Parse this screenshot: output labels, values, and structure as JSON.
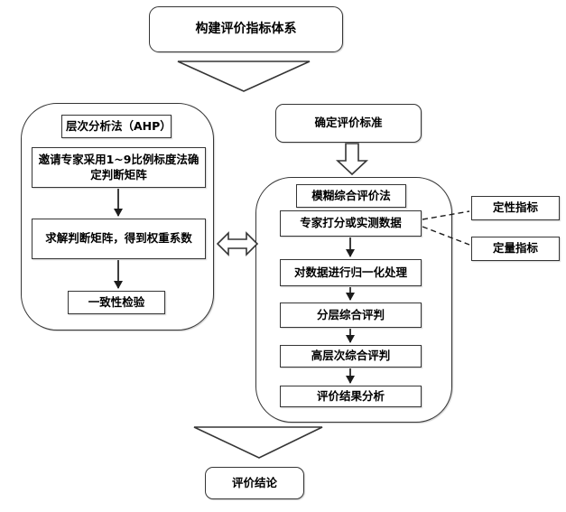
{
  "colors": {
    "background": "#ffffff",
    "line": "#353535",
    "text": "#000000"
  },
  "flowchart": {
    "top": {
      "label": "构建评价指标体系"
    },
    "ahp": {
      "title": "层次分析法（AHP）",
      "steps": [
        "邀请专家采用1~9比例标度法确定判断矩阵",
        "求解判断矩阵，得到权重系数",
        "一致性检验"
      ]
    },
    "criteria": {
      "label": "确定评价标准"
    },
    "fuzzy": {
      "title": "模糊综合评价法",
      "steps": [
        "专家打分或实测数据",
        "对数据进行归一化处理",
        "分层综合评判",
        "高层次综合评判",
        "评价结果分析"
      ]
    },
    "indicators": {
      "qualitative": "定性指标",
      "quantitative": "定量指标"
    },
    "conclusion": {
      "label": "评价结论"
    }
  }
}
